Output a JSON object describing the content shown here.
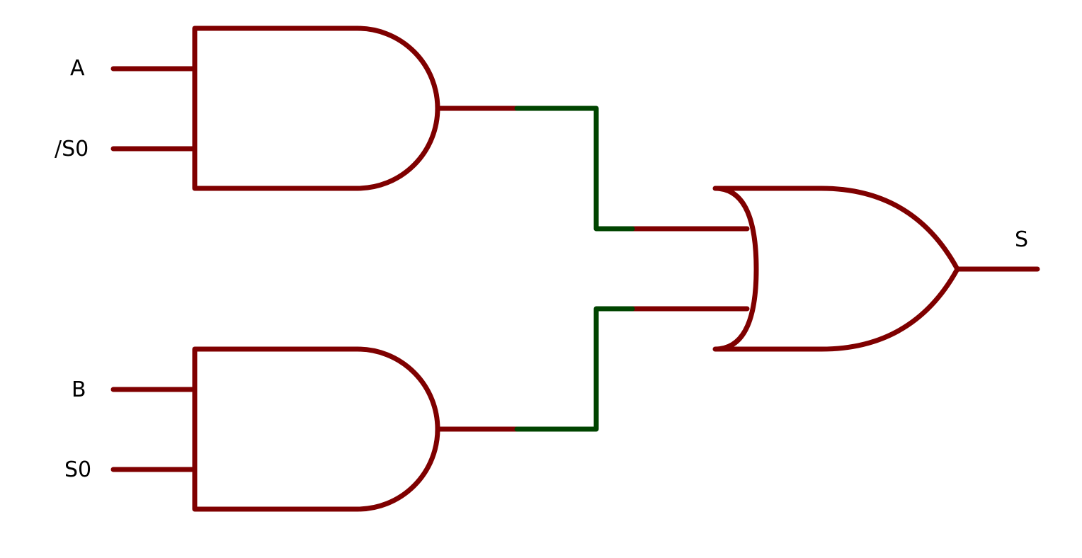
{
  "colors": {
    "gate": "#7f0000",
    "wire": "#004400"
  },
  "labels": {
    "in_a": "A",
    "in_not_s0": "/S0",
    "in_b": "B",
    "in_s0": "S0",
    "out_s": "S"
  }
}
